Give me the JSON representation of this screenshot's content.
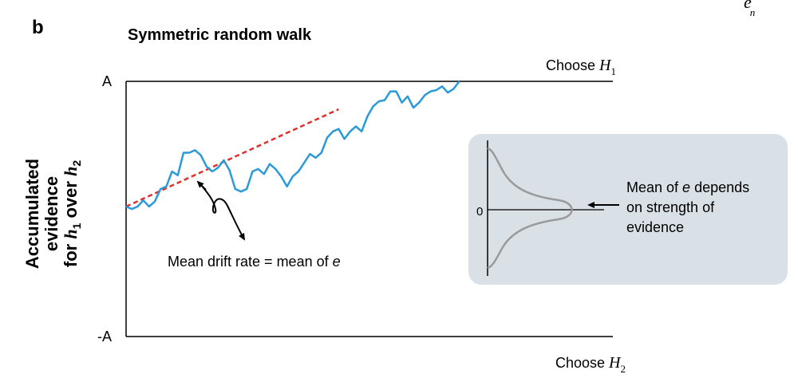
{
  "panel_label": "b",
  "title": "Symmetric random walk",
  "corner_fragment": {
    "text": "e",
    "sub": "n"
  },
  "y_axis": {
    "line1": "Accumulated",
    "line2": "evidence",
    "line3_prefix": "for ",
    "h1": "h",
    "h1_sub": "1",
    "over": " over ",
    "h2": "h",
    "h2_sub": "2"
  },
  "bounds": {
    "upper_label": "A",
    "lower_label": "-A",
    "choose_top": {
      "text": "Choose ",
      "var": "H",
      "sub": "1"
    },
    "choose_bottom": {
      "text": "Choose ",
      "var": "H",
      "sub": "2"
    }
  },
  "drift_annotation": {
    "text": "Mean drift rate = mean of ",
    "var": "e"
  },
  "inset": {
    "zero_label": "0",
    "line1_prefix": "Mean of ",
    "line1_var": "e",
    "line1_suffix": " depends",
    "line2": "on strength of",
    "line3": "evidence"
  },
  "colors": {
    "walk": "#2b9ad8",
    "drift": "#e0302e",
    "inset_bg": "#d9e1e7",
    "curve": "#9a9a9a",
    "axis": "#000000"
  },
  "walk_data": {
    "y": [
      0,
      -0.02,
      0,
      0.05,
      0,
      0.04,
      0.14,
      0.16,
      0.28,
      0.25,
      0.43,
      0.43,
      0.45,
      0.41,
      0.32,
      0.28,
      0.31,
      0.37,
      0.29,
      0.14,
      0.12,
      0.14,
      0.28,
      0.3,
      0.26,
      0.34,
      0.3,
      0.24,
      0.16,
      0.24,
      0.28,
      0.35,
      0.42,
      0.39,
      0.43,
      0.55,
      0.6,
      0.62,
      0.54,
      0.6,
      0.64,
      0.6,
      0.72,
      0.8,
      0.84,
      0.85,
      0.92,
      0.92,
      0.83,
      0.88,
      0.79,
      0.83,
      0.89,
      0.92,
      0.93,
      0.96,
      0.91,
      0.94,
      1.0
    ],
    "upper_bound": 1,
    "lower_bound": -1
  },
  "drift_data": {
    "start": 0,
    "slope_per_step": 0.021,
    "steps": 37
  }
}
